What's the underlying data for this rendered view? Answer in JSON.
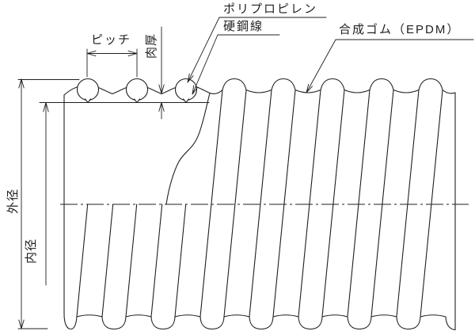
{
  "diagram": {
    "callouts": {
      "polypropylene": "ポリプロピレン",
      "hard_steel_wire": "硬鋼線",
      "synthetic_rubber_epdm": "合成ゴム（EPDM）"
    },
    "dimensions": {
      "pitch": "ピッチ",
      "wall_thickness": "肉厚",
      "outer_diameter": "外径",
      "inner_diameter": "内径"
    },
    "colors": {
      "line": "#1f1f1f",
      "background": "#ffffff"
    }
  }
}
